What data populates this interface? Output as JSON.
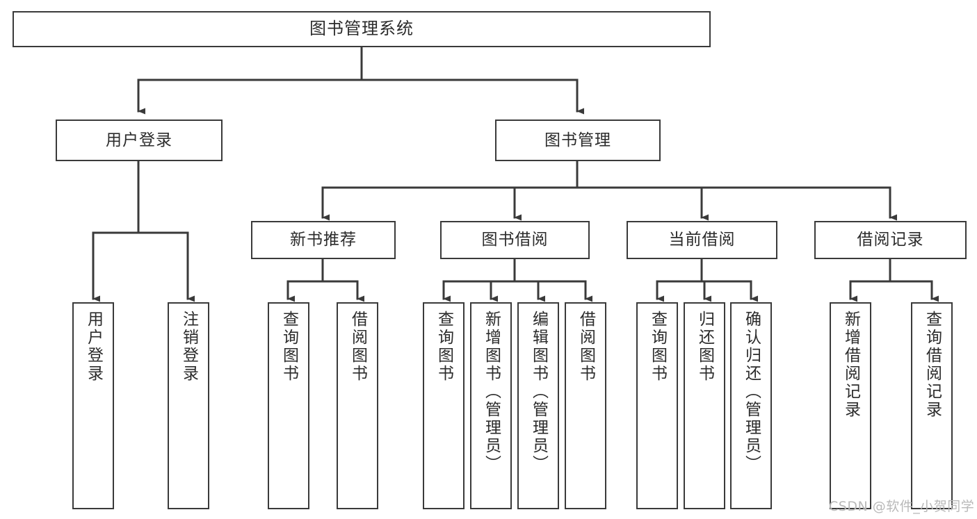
{
  "diagram": {
    "title": "图书管理系统",
    "orientation": "top-down-tree",
    "line_color": "#3a3a3a",
    "text_color": "#2b2b2b",
    "background_color": "#ffffff",
    "watermark": "CSDN @软件_小贺同学",
    "watermark_color": "#b9b9b9"
  },
  "nodes": {
    "root": {
      "label": "图书管理系统"
    },
    "level2": [
      {
        "id": "user-login",
        "label": "用户登录"
      },
      {
        "id": "book-manage",
        "label": "图书管理"
      }
    ],
    "level3": [
      {
        "id": "new-book-recommend",
        "label": "新书推荐"
      },
      {
        "id": "book-borrow",
        "label": "图书借阅"
      },
      {
        "id": "current-borrow",
        "label": "当前借阅"
      },
      {
        "id": "borrow-record",
        "label": "借阅记录"
      }
    ],
    "leaves": {
      "user-login": [
        {
          "id": "leaf-user-login",
          "label": "用户登录"
        },
        {
          "id": "leaf-logout-login",
          "label": "注销登录"
        }
      ],
      "new-book-recommend": [
        {
          "id": "leaf-query-book-1",
          "label": "查询图书"
        },
        {
          "id": "leaf-borrow-book-1",
          "label": "借阅图书"
        }
      ],
      "book-borrow": [
        {
          "id": "leaf-query-book-2",
          "label": "查询图书"
        },
        {
          "id": "leaf-add-book",
          "label": "新增图书（管理员）"
        },
        {
          "id": "leaf-edit-book",
          "label": "编辑图书（管理员）"
        },
        {
          "id": "leaf-borrow-book-2",
          "label": "借阅图书"
        }
      ],
      "current-borrow": [
        {
          "id": "leaf-query-book-3",
          "label": "查询图书"
        },
        {
          "id": "leaf-return-book",
          "label": "归还图书"
        },
        {
          "id": "leaf-confirm-return",
          "label": "确认归还（管理员）"
        }
      ],
      "borrow-record": [
        {
          "id": "leaf-add-record",
          "label": "新增借阅记录"
        },
        {
          "id": "leaf-query-record",
          "label": "查询借阅记录"
        }
      ]
    }
  }
}
